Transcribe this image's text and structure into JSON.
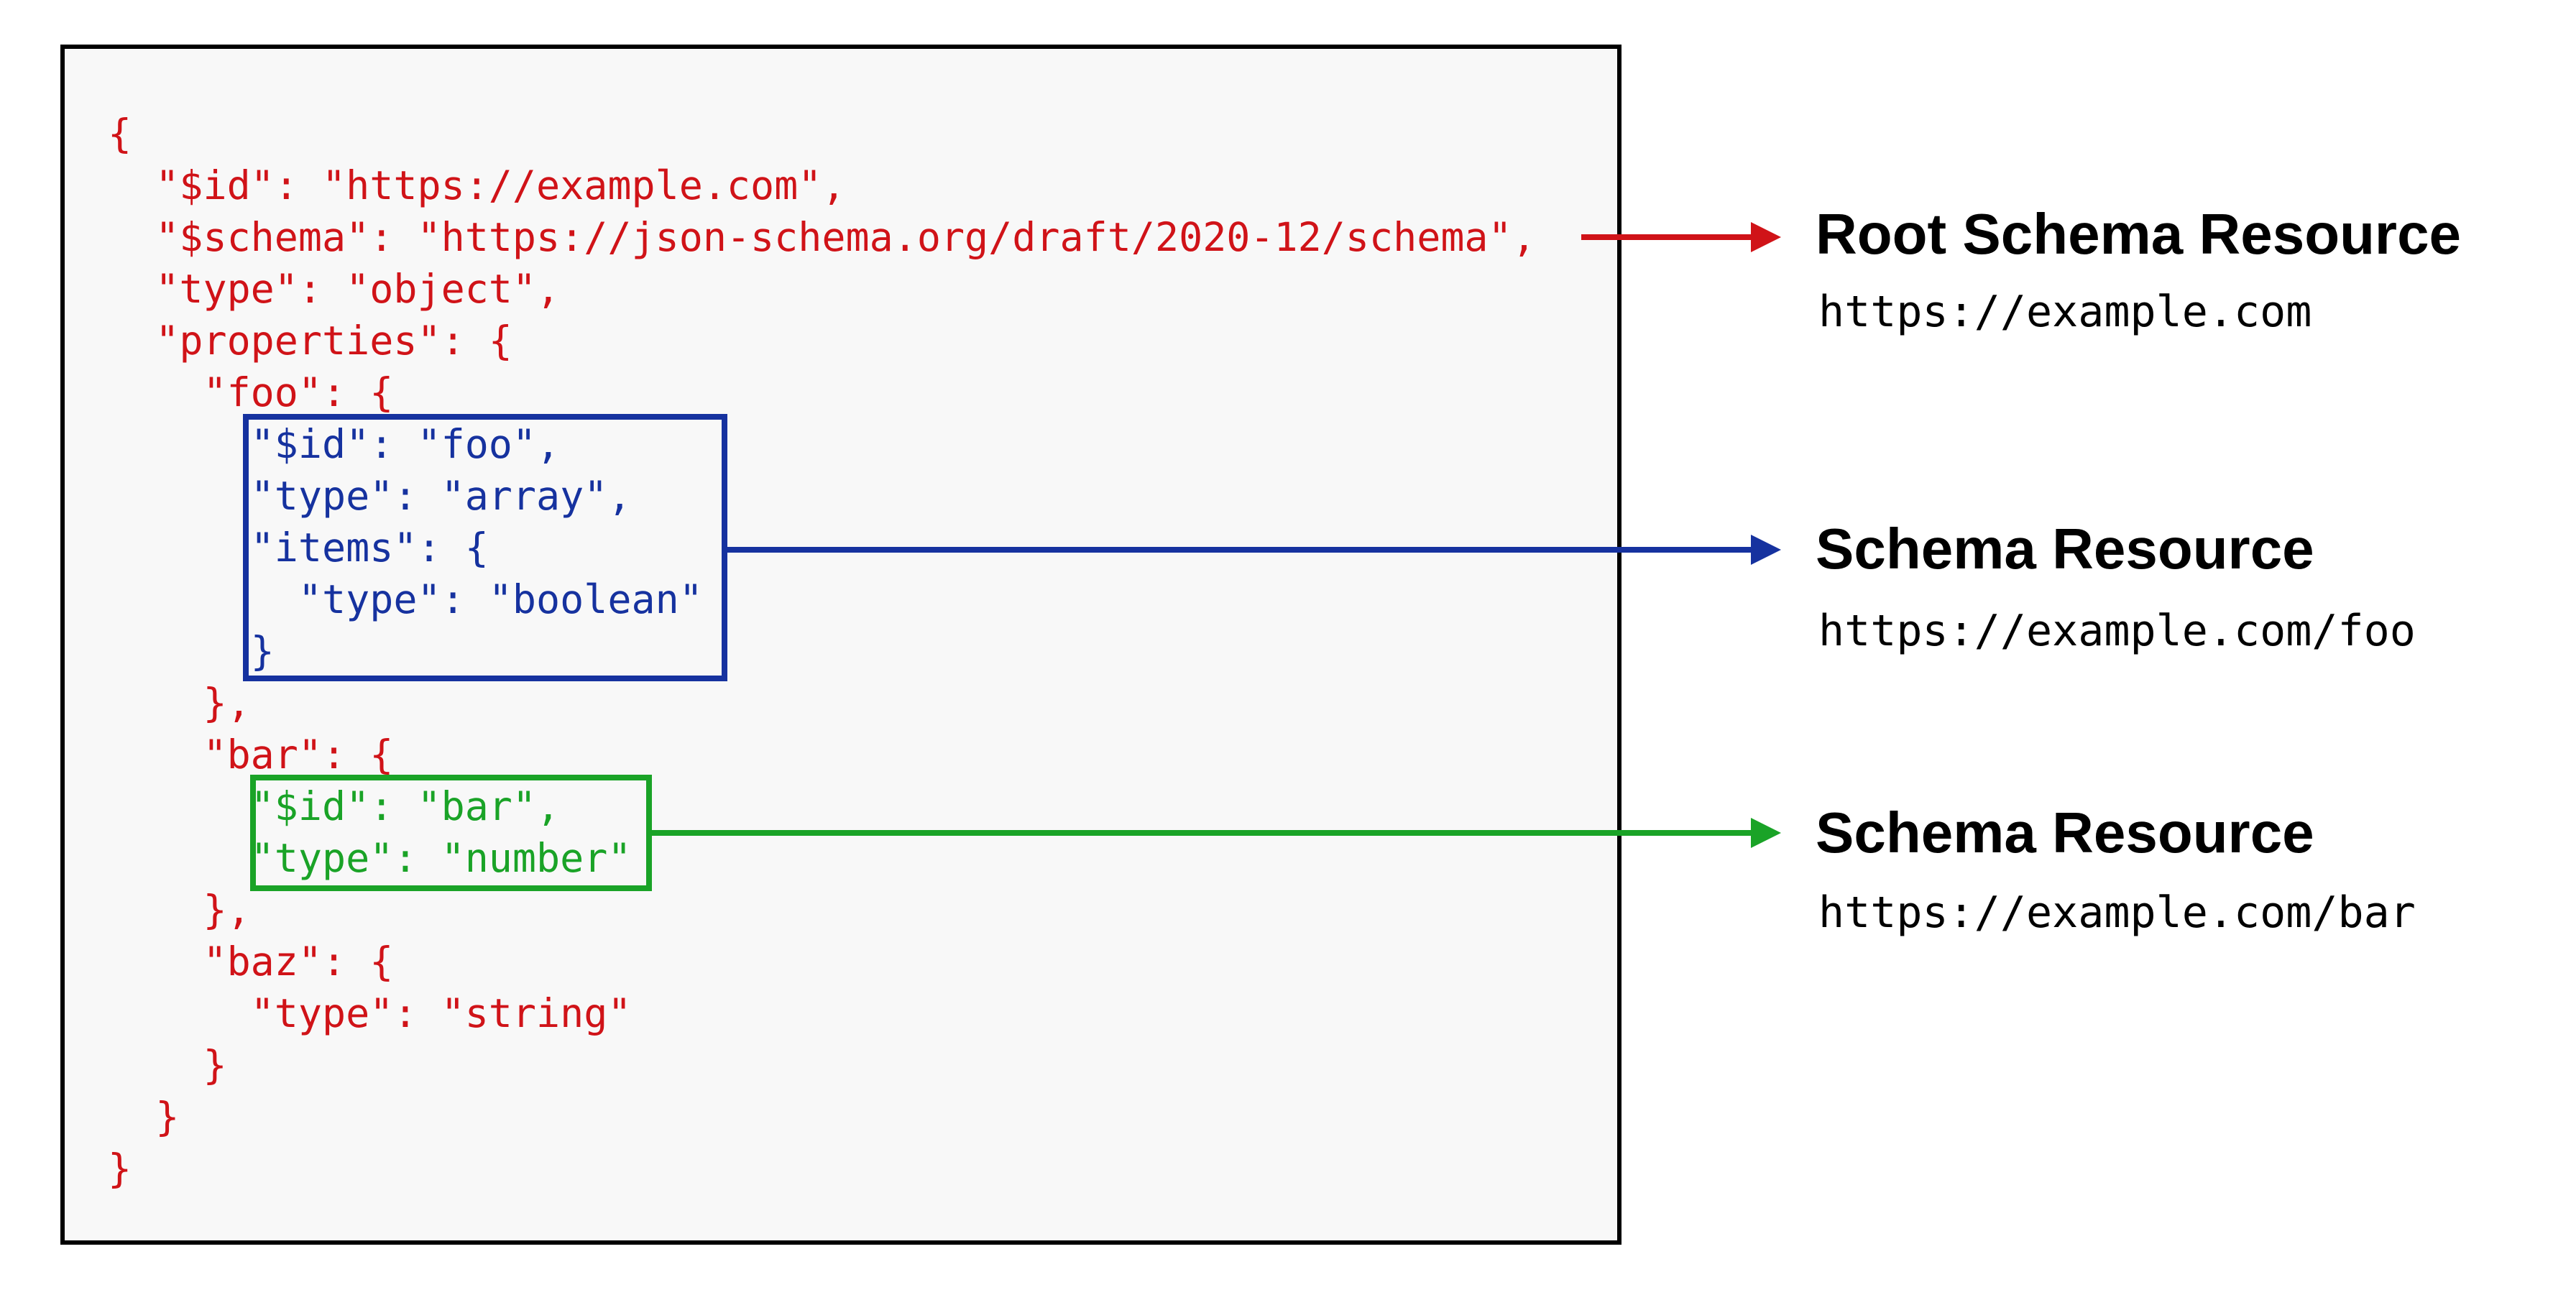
{
  "colors": {
    "red": "#d01318",
    "blue": "#16329f",
    "green": "#1aa327",
    "panel_border": "#000000",
    "panel_bg": "#f8f8f8",
    "label_text": "#000000"
  },
  "code": {
    "lines": [
      {
        "text": "{",
        "color": "red"
      },
      {
        "text": "  \"$id\": \"https://example.com\",",
        "color": "red"
      },
      {
        "text": "  \"$schema\": \"https://json-schema.org/draft/2020-12/schema\",",
        "color": "red"
      },
      {
        "text": "  \"type\": \"object\",",
        "color": "red"
      },
      {
        "text": "  \"properties\": {",
        "color": "red"
      },
      {
        "text": "    \"foo\": {",
        "color": "red"
      },
      {
        "text": "      \"$id\": \"foo\",",
        "color": "blue"
      },
      {
        "text": "      \"type\": \"array\",",
        "color": "blue"
      },
      {
        "text": "      \"items\": {",
        "color": "blue"
      },
      {
        "text": "        \"type\": \"boolean\"",
        "color": "blue"
      },
      {
        "text": "      }",
        "color": "blue"
      },
      {
        "text": "    },",
        "color": "red"
      },
      {
        "text": "    \"bar\": {",
        "color": "red"
      },
      {
        "text": "      \"$id\": \"bar\",",
        "color": "green"
      },
      {
        "text": "      \"type\": \"number\"",
        "color": "green"
      },
      {
        "text": "    },",
        "color": "red"
      },
      {
        "text": "    \"baz\": {",
        "color": "red"
      },
      {
        "text": "      \"type\": \"string\"",
        "color": "red"
      },
      {
        "text": "    }",
        "color": "red"
      },
      {
        "text": "  }",
        "color": "red"
      },
      {
        "text": "}",
        "color": "red"
      }
    ]
  },
  "callouts": [
    {
      "title": "Root Schema Resource",
      "url": "https://example.com",
      "color": "red"
    },
    {
      "title": "Schema Resource",
      "url": "https://example.com/foo",
      "color": "blue"
    },
    {
      "title": "Schema Resource",
      "url": "https://example.com/bar",
      "color": "green"
    }
  ]
}
